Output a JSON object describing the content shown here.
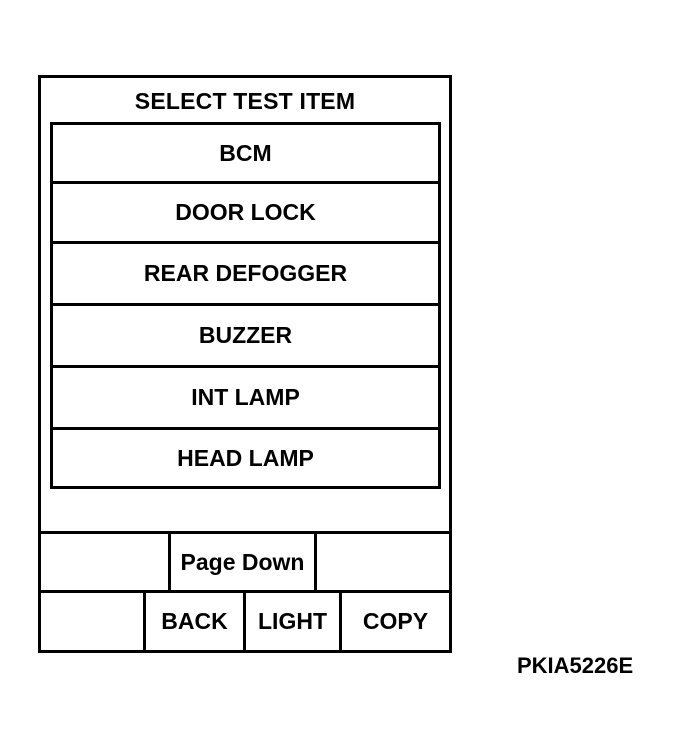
{
  "screen": {
    "title": "SELECT  TEST ITEM",
    "items": [
      "BCM",
      "DOOR LOCK",
      "REAR DEFOGGER",
      "BUZZER",
      "INT LAMP",
      "HEAD LAMP"
    ],
    "page_down_label": "Page Down",
    "back_label": "BACK",
    "light_label": "LIGHT",
    "copy_label": "COPY"
  },
  "figure_code": "PKIA5226E"
}
